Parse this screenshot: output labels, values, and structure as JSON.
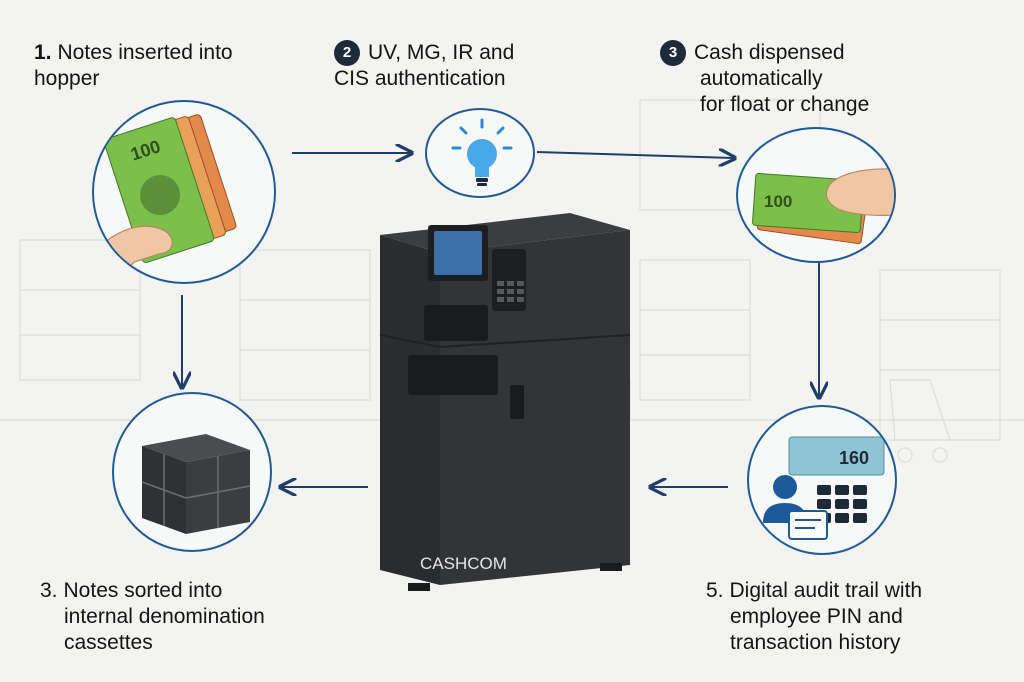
{
  "steps": [
    {
      "number": "1.",
      "text": [
        "Notes inserted into",
        "hopper"
      ]
    },
    {
      "number": "2",
      "text": [
        "UV, MG, IR and",
        "CIS authentication"
      ]
    },
    {
      "number": "3",
      "text": [
        "Cash dispensed",
        "automatically",
        "for float or change"
      ]
    },
    {
      "number": "3.",
      "text": [
        "Notes sorted into",
        "internal denomination",
        "cassettes"
      ]
    },
    {
      "number": "5.",
      "text": [
        "Digital audit trail with",
        "employee PIN and",
        "transaction history"
      ]
    }
  ],
  "machine": {
    "brand": "CASHCOM"
  },
  "notes": {
    "denomination": "100",
    "audit_note": "160"
  },
  "colors": {
    "accent": "#1e5a9a",
    "badge": "#1d2a3a",
    "machine": "#2f3134",
    "note_green": "#7cbf4a",
    "note_orange": "#e38a4b"
  },
  "icons": [
    "hand-with-notes-icon",
    "lightbulb-icon",
    "hand-dispensing-notes-icon",
    "cassette-icon",
    "employee-keypad-icon"
  ]
}
